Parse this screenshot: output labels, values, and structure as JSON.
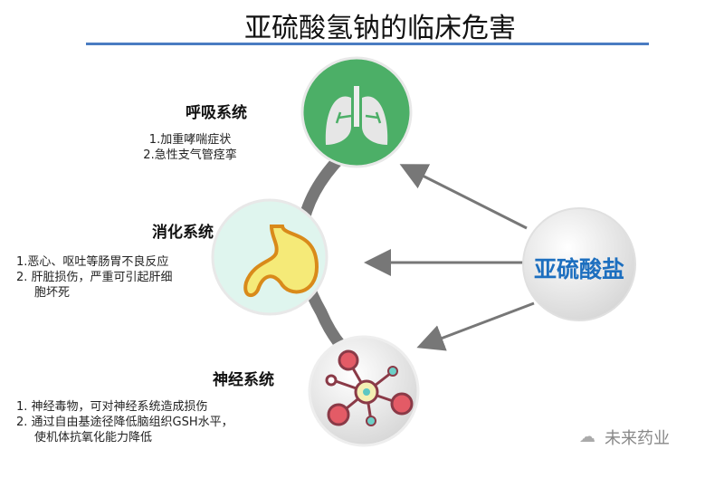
{
  "title": "亚硫酸氢钠的临床危害",
  "source": {
    "label": "亚硫酸盐"
  },
  "systems": [
    {
      "name": "呼吸系统",
      "icon": "lungs-icon",
      "items": [
        "1.加重哮喘症状",
        "2.急性支气管痉挛"
      ]
    },
    {
      "name": "消化系统",
      "icon": "stomach-icon",
      "items": [
        "1.恶心、呕吐等肠胃不良反应",
        "2. 肝脏损伤，严重可引起肝细",
        "胞坏死"
      ]
    },
    {
      "name": "神经系统",
      "icon": "neuron-icon",
      "items": [
        "1. 神经毒物，可对神经系统造成损伤",
        "2. 通过自由基途径降低脑组织GSH水平，",
        "使机体抗氧化能力降低"
      ]
    }
  ],
  "watermark": "未来药业",
  "colors": {
    "accent": "#4a7cc2",
    "lungs_bg": "#4caf67",
    "stomach_bg": "#dff5ee",
    "source_text": "#1d6fbf"
  }
}
